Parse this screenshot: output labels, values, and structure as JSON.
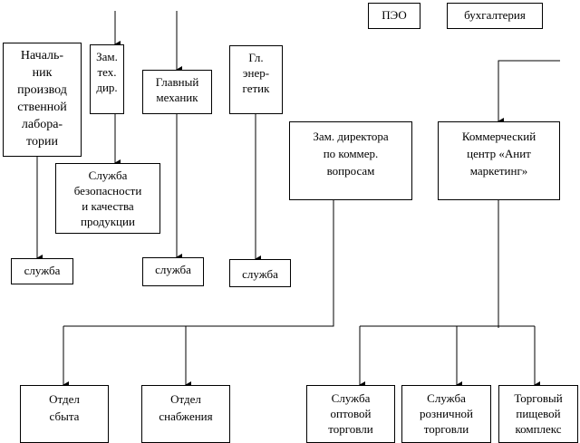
{
  "nodes": {
    "peo": [
      "ПЭО"
    ],
    "accounting": [
      "бухгалтерия"
    ],
    "lab_head": [
      "Началь-",
      "ник",
      "производ",
      "ственной",
      "лабора-",
      "тории"
    ],
    "deputy_tech": [
      "Зам.",
      "тех.",
      "дир."
    ],
    "chief_mechanic": [
      "Главный",
      "механик"
    ],
    "chief_energy": [
      "Гл.",
      "энер-",
      "гетик"
    ],
    "deputy_commercial": [
      "Зам. директора",
      "по коммер.",
      "вопросам"
    ],
    "commercial_center": [
      "Коммерческий",
      "центр «Анит",
      "маркетинг»"
    ],
    "security_quality": [
      "Служба",
      "безопасности",
      "и качества",
      "продукции"
    ],
    "service_1": [
      "служба"
    ],
    "service_2": [
      "служба"
    ],
    "service_3": [
      "служба"
    ],
    "sales_dept": [
      "Отдел",
      "сбыта"
    ],
    "supply_dept": [
      "Отдел",
      "снабжения"
    ],
    "wholesale": [
      "Служба",
      "оптовой",
      "торговли"
    ],
    "retail": [
      "Служба",
      "розничной",
      "торговли"
    ],
    "food_complex": [
      "Торговый",
      "пищевой",
      "комплекс"
    ]
  }
}
